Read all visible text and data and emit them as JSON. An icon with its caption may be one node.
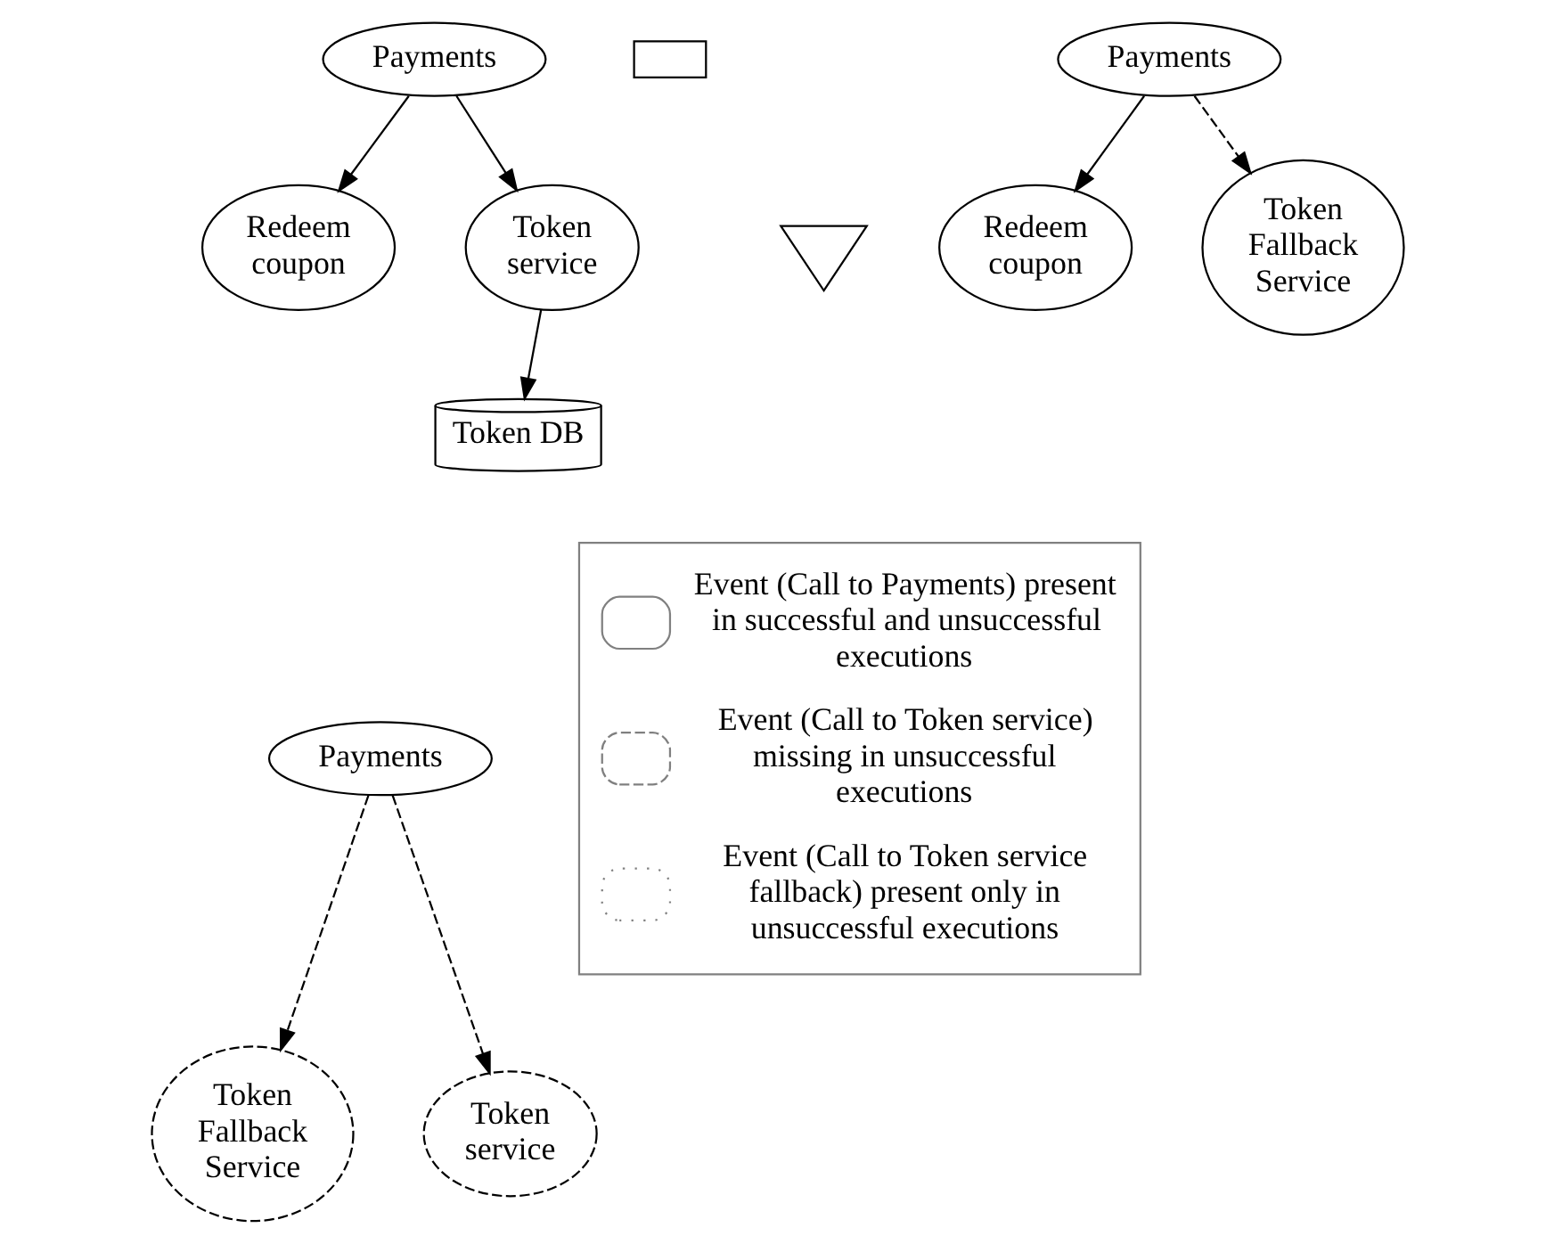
{
  "diagram": {
    "nodes": [
      {
        "text": [
          "Payments"
        ]
      },
      {
        "text": [
          "Token service"
        ]
      },
      {
        "text": [
          "Redeem coupon"
        ]
      },
      {
        "text": [
          "Token DB"
        ]
      },
      {
        "text": [],
        "shape": "box"
      },
      {
        "text": [
          "Payments"
        ]
      },
      {
        "text": [
          "Redeem coupon"
        ]
      },
      {
        "text": [
          "Token Fallback Service"
        ]
      },
      {
        "text": [],
        "shape": "arrow"
      },
      {
        "text": [
          "Payments"
        ]
      },
      {
        "text": [
          "Token Fallback Service"
        ]
      },
      {
        "text": [
          "Token service"
        ]
      }
    ],
    "edges": [
      {
        "from": 0,
        "to": 1,
        "arrow": "to"
      },
      {
        "from": 0,
        "to": 2,
        "arrow": "to"
      },
      {
        "from": 1,
        "to": 3,
        "arrow": "to"
      },
      {
        "from": 5,
        "to": 6,
        "arrow": "to"
      },
      {
        "from": 5,
        "to": 7,
        "arrow": "to",
        "style": "dashed"
      },
      {
        "from": 9,
        "to": 10,
        "arrow": "to",
        "style": "dashed"
      },
      {
        "from": 9,
        "to": 11,
        "arrow": "to",
        "style": "dashed"
      }
    ],
    "legend": [
      {
        "text": "Event (Call to Payments) present in successful and unsuccessful executions"
      },
      {
        "text": "Event (Call to Token service) missing in unsuccessful executions"
      },
      {
        "text": "Event (Call to Token service fallback) present only in unsuccessful executions"
      }
    ]
  }
}
